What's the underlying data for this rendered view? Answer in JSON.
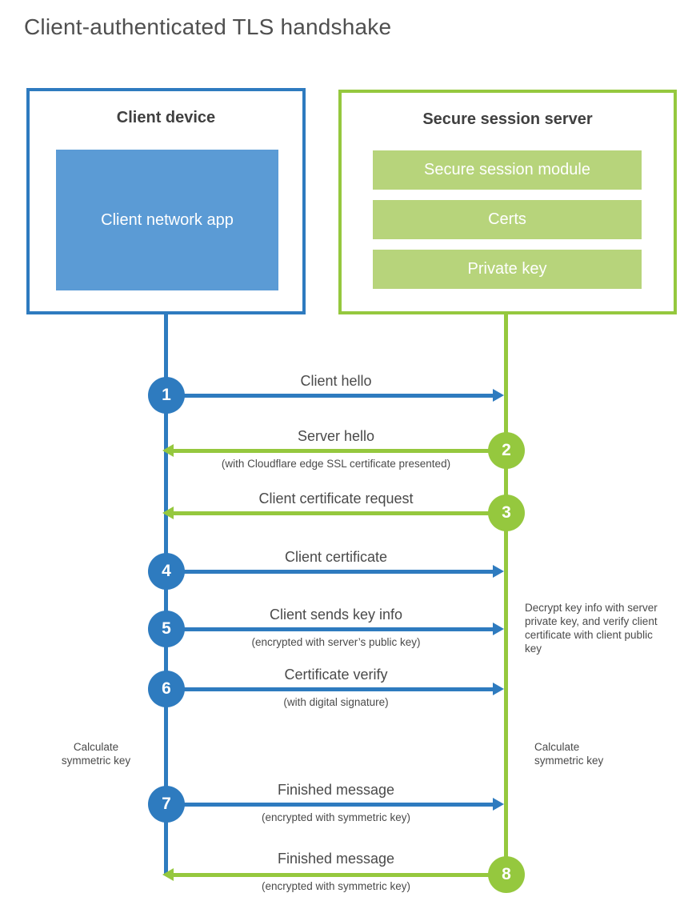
{
  "title": "Client-authenticated TLS handshake",
  "client_box": {
    "heading": "Client device",
    "app": "Client network app"
  },
  "server_box": {
    "heading": "Secure session server",
    "modules": [
      "Secure session module",
      "Certs",
      "Private key"
    ]
  },
  "steps": [
    {
      "num": "1",
      "label": "Client hello",
      "sub": "",
      "from": "client",
      "to": "server"
    },
    {
      "num": "2",
      "label": "Server hello",
      "sub": "(with Cloudflare edge SSL certificate presented)",
      "from": "server",
      "to": "client"
    },
    {
      "num": "3",
      "label": "Client certificate request",
      "sub": "",
      "from": "server",
      "to": "client"
    },
    {
      "num": "4",
      "label": "Client certificate",
      "sub": "",
      "from": "client",
      "to": "server"
    },
    {
      "num": "5",
      "label": "Client sends key info",
      "sub": "(encrypted with server’s public key)",
      "from": "client",
      "to": "server"
    },
    {
      "num": "6",
      "label": "Certificate verify",
      "sub": "(with digital signature)",
      "from": "client",
      "to": "server"
    },
    {
      "num": "7",
      "label": "Finished message",
      "sub": "(encrypted with symmetric key)",
      "from": "client",
      "to": "server"
    },
    {
      "num": "8",
      "label": "Finished message",
      "sub": "(encrypted with symmetric key)",
      "from": "server",
      "to": "client"
    }
  ],
  "annotations": {
    "decrypt_note": "Decrypt key info with server private key, and verify client certificate with client public key",
    "calc_left": "Calculate symmetric key",
    "calc_right": "Calculate symmetric key"
  },
  "colors": {
    "client_blue": "#2e7bbf",
    "client_app_fill": "#5b9bd5",
    "server_green": "#95c83e",
    "server_module_fill": "#b7d47b"
  }
}
